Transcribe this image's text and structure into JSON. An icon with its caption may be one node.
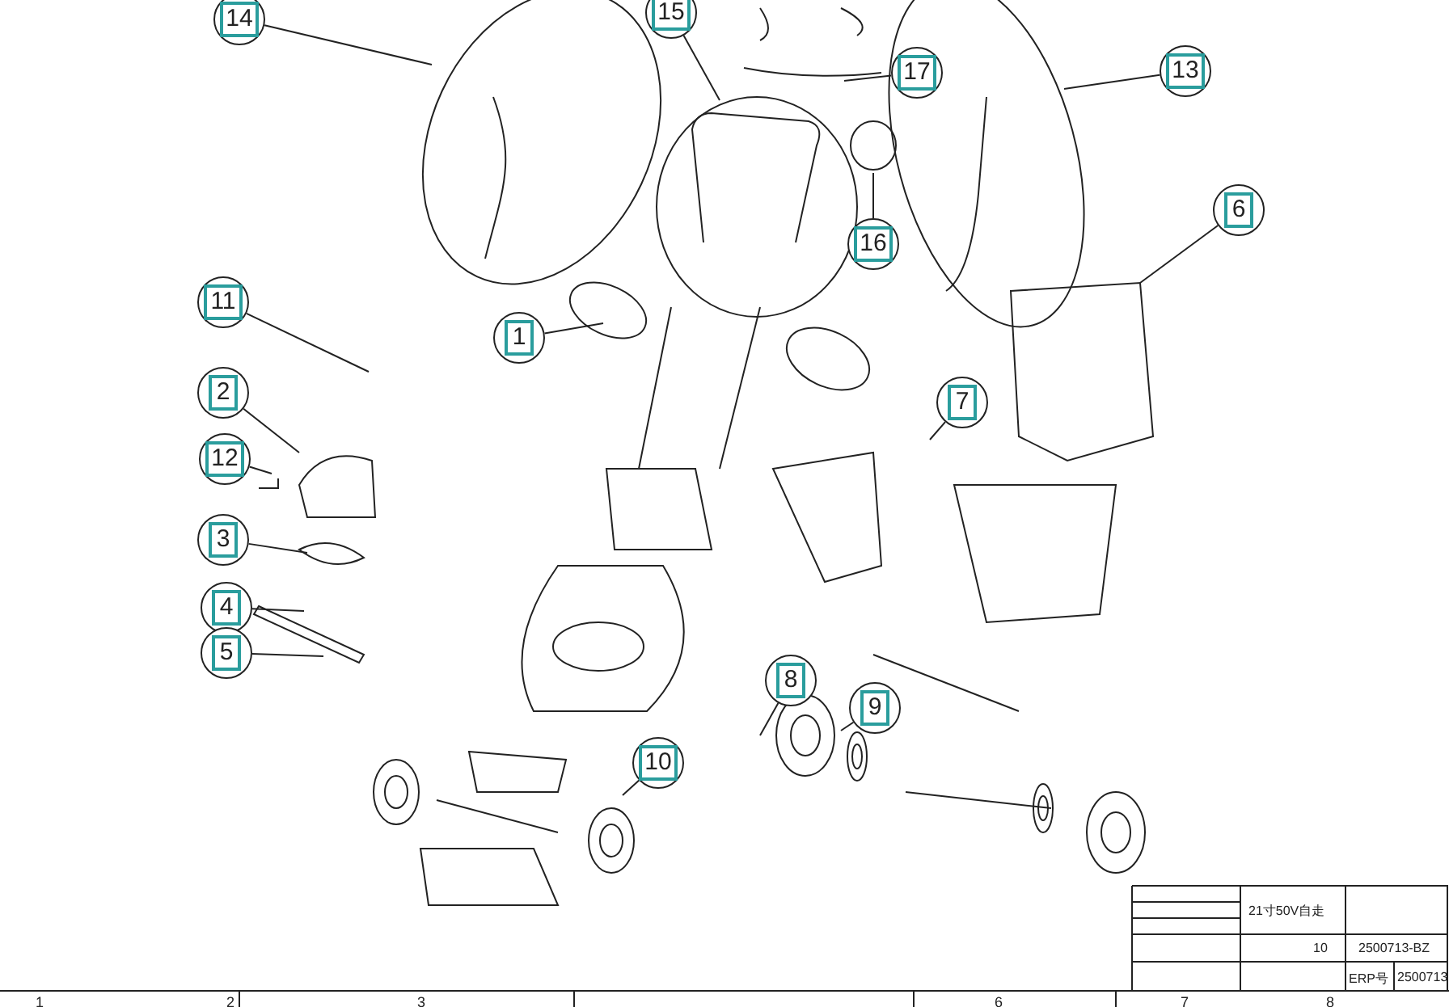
{
  "diagram": {
    "nodes": [
      {
        "text": [
          "15"
        ]
      },
      {
        "text": [
          "14"
        ]
      },
      {
        "text": [
          "13"
        ]
      },
      {
        "text": [
          "17"
        ]
      },
      {
        "text": [
          "6"
        ]
      },
      {
        "text": [
          "16"
        ]
      },
      {
        "text": [
          "11"
        ]
      },
      {
        "text": [
          "1"
        ]
      },
      {
        "text": [
          "2"
        ]
      },
      {
        "text": [
          "7"
        ]
      },
      {
        "text": [
          "12"
        ]
      },
      {
        "text": [
          "3"
        ]
      },
      {
        "text": [
          "4"
        ]
      },
      {
        "text": [
          "5"
        ]
      },
      {
        "text": [
          "8"
        ]
      },
      {
        "text": [
          "9"
        ]
      },
      {
        "text": [
          "10"
        ]
      }
    ],
    "edges": [
      {
        "from": 0,
        "to": null,
        "arrow": "none"
      },
      {
        "from": 1,
        "to": null,
        "arrow": "none"
      },
      {
        "from": 2,
        "to": null,
        "arrow": "none"
      },
      {
        "from": 3,
        "to": null,
        "arrow": "none"
      },
      {
        "from": 4,
        "to": null,
        "arrow": "none"
      },
      {
        "from": 5,
        "to": null,
        "arrow": "none"
      },
      {
        "from": 6,
        "to": null,
        "arrow": "none"
      },
      {
        "from": 7,
        "to": null,
        "arrow": "none"
      },
      {
        "from": 8,
        "to": null,
        "arrow": "none"
      },
      {
        "from": 9,
        "to": null,
        "arrow": "none"
      },
      {
        "from": 10,
        "to": null,
        "arrow": "none"
      },
      {
        "from": 11,
        "to": null,
        "arrow": "none"
      },
      {
        "from": 12,
        "to": null,
        "arrow": "none"
      },
      {
        "from": 13,
        "to": null,
        "arrow": "none"
      },
      {
        "from": 14,
        "to": null,
        "arrow": "none"
      },
      {
        "from": 15,
        "to": null,
        "arrow": "none"
      },
      {
        "from": 16,
        "to": null,
        "arrow": "none"
      }
    ],
    "labels": [
      "21寸50V自走",
      "10",
      "2500713-BZ",
      "ERP号",
      "2500713",
      "1",
      "2",
      "3",
      "6",
      "7",
      "8"
    ]
  }
}
